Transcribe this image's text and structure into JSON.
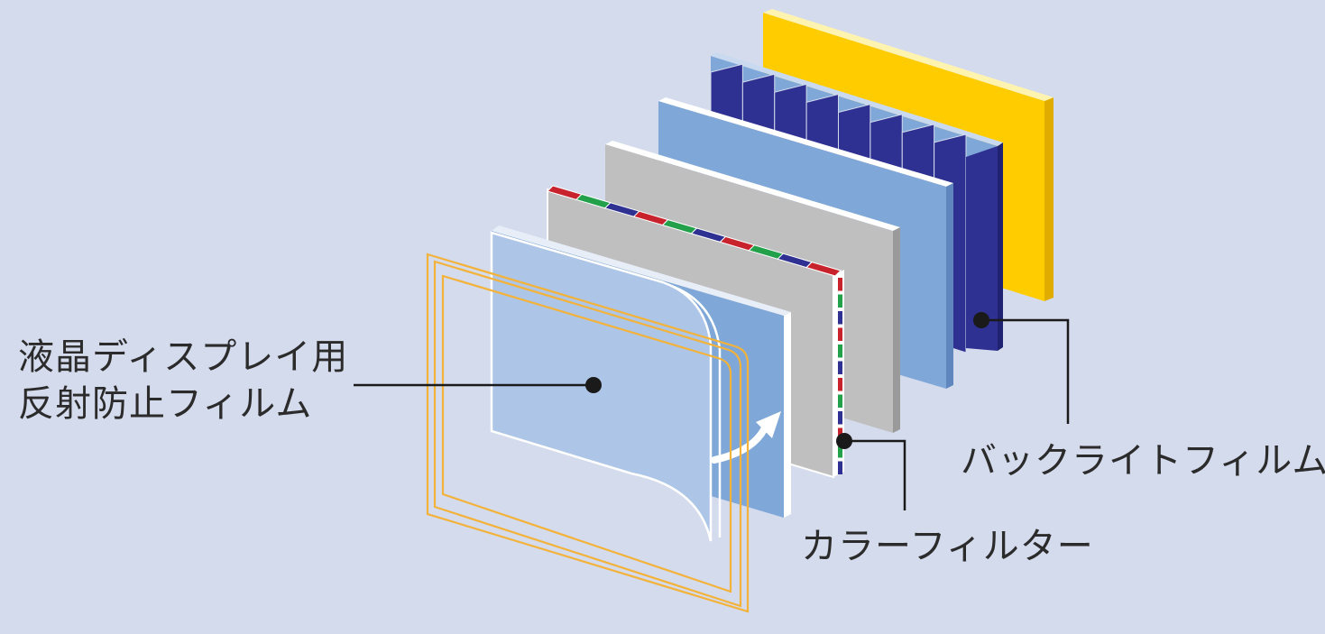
{
  "labels": {
    "anti_reflection": {
      "line1": "液晶ディスプレイ用",
      "line2": "反射防止フィルム"
    },
    "color_filter": "カラーフィルター",
    "backlight_film": "バックライトフィルム"
  },
  "colors": {
    "background": "#d4dbed",
    "backlight_yellow": "#ffcc00",
    "prism_navy": "#2e3192",
    "diffuser_blue": "#7fa8d8",
    "glass_gray": "#bfbfbf",
    "film_light_blue": "#adc6e7",
    "frame_orange": "#f3b23a",
    "filter_red": "#c8232c",
    "filter_green": "#23a04a",
    "filter_navy": "#2e3192",
    "leader_line": "#1a1a1a"
  }
}
